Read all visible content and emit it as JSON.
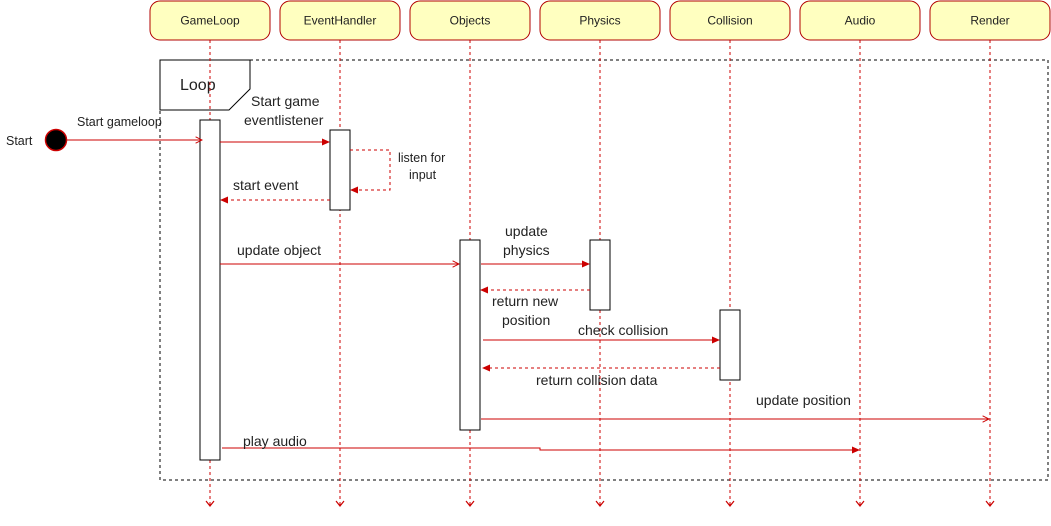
{
  "colors": {
    "header_fill": "#ffffc0",
    "header_stroke": "#b20000",
    "line": "#cc0000",
    "start_fill": "#000000"
  },
  "participants": [
    {
      "id": "gameloop",
      "label": "GameLoop"
    },
    {
      "id": "eventhandler",
      "label": "EventHandler"
    },
    {
      "id": "objects",
      "label": "Objects"
    },
    {
      "id": "physics",
      "label": "Physics"
    },
    {
      "id": "collision",
      "label": "Collision"
    },
    {
      "id": "audio",
      "label": "Audio"
    },
    {
      "id": "render",
      "label": "Render"
    }
  ],
  "start_node": {
    "label": "Start"
  },
  "loop_frame": {
    "label": "Loop"
  },
  "messages": [
    {
      "id": "start-gameloop",
      "label": "Start gameloop",
      "type": "sync"
    },
    {
      "id": "start-game-eventlistener",
      "label_lines": [
        "Start game",
        "eventlistener"
      ],
      "type": "sync"
    },
    {
      "id": "listen-for-input",
      "label_lines": [
        "listen for",
        "input"
      ],
      "type": "self-return"
    },
    {
      "id": "start-event",
      "label": "start event",
      "type": "return"
    },
    {
      "id": "update-object",
      "label": "update object",
      "type": "sync"
    },
    {
      "id": "update-physics",
      "label_lines": [
        "update",
        "physics"
      ],
      "type": "sync"
    },
    {
      "id": "return-new-position",
      "label_lines": [
        "return new",
        "position"
      ],
      "type": "return"
    },
    {
      "id": "check-collision",
      "label": "check collision",
      "type": "sync"
    },
    {
      "id": "return-collision-data",
      "label": "return collision data",
      "type": "return"
    },
    {
      "id": "update-position",
      "label": "update position",
      "type": "sync"
    },
    {
      "id": "play-audio",
      "label": "play audio",
      "type": "sync"
    }
  ]
}
